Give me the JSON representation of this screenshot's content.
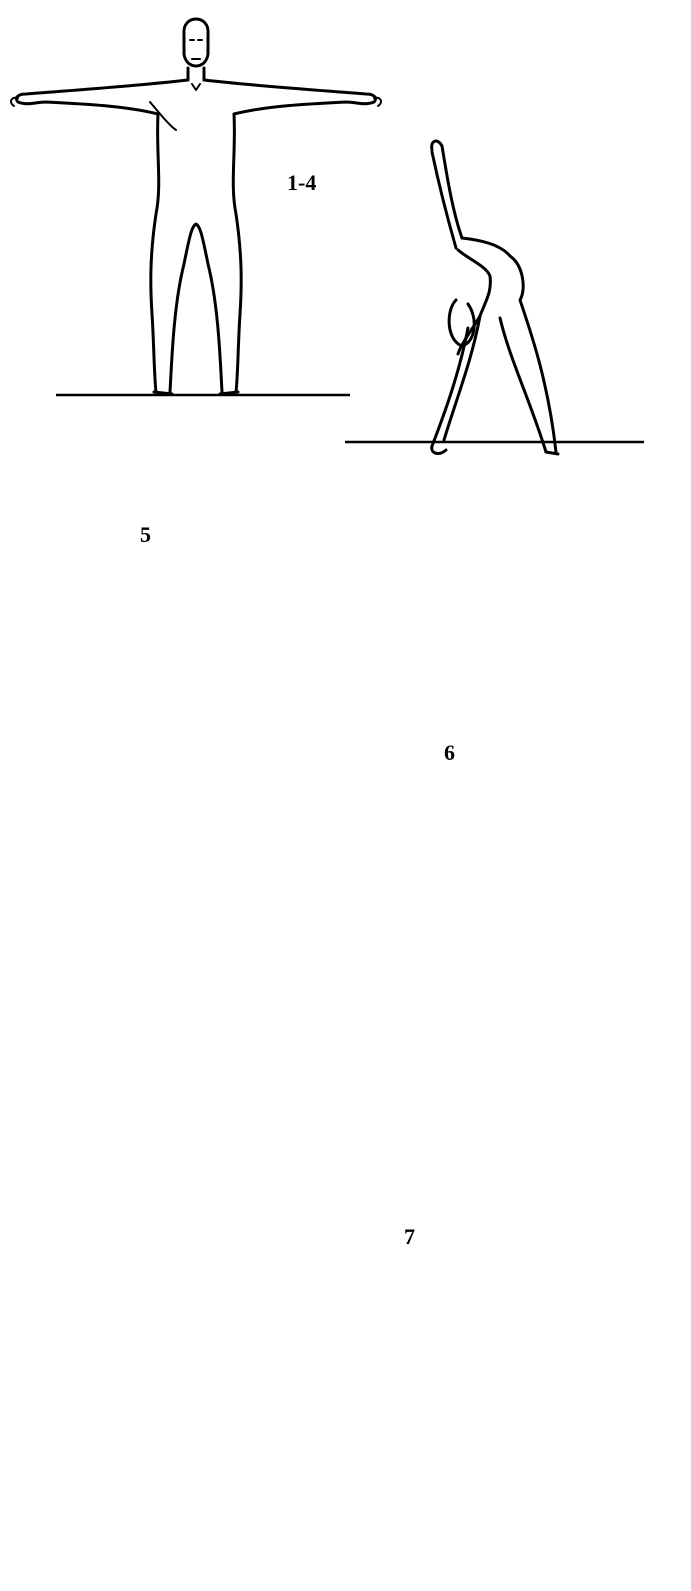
{
  "labels": {
    "step_1_4": "1-4",
    "step_5": "5",
    "step_6": "6",
    "step_7": "7"
  },
  "style": {
    "line_color": "#000000",
    "background": "#ffffff"
  }
}
